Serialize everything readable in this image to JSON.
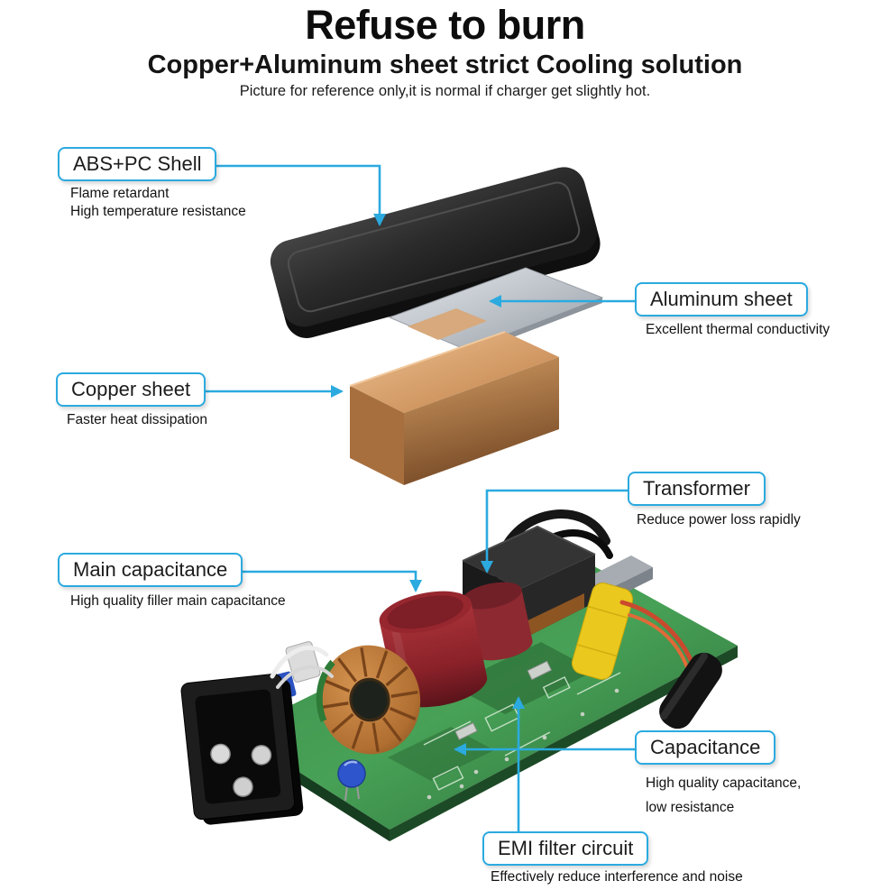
{
  "colors": {
    "accent": "#2BAADF"
  },
  "header": {
    "title": "Refuse to burn",
    "subtitle": "Copper+Aluminum sheet strict Cooling solution",
    "note": "Picture for reference only,it is normal if charger get slightly hot."
  },
  "callouts": {
    "abs_shell": {
      "label": "ABS+PC Shell",
      "desc": [
        "Flame retardant",
        "High temperature resistance"
      ]
    },
    "aluminum_sheet": {
      "label": "Aluminum sheet",
      "desc": [
        "Excellent thermal conductivity"
      ]
    },
    "copper_sheet": {
      "label": "Copper sheet",
      "desc": [
        "Faster heat dissipation"
      ]
    },
    "transformer": {
      "label": "Transformer",
      "desc": [
        "Reduce power loss rapidly"
      ]
    },
    "main_capacitance": {
      "label": "Main capacitance",
      "desc": [
        "High quality filler main capacitance"
      ]
    },
    "capacitance": {
      "label": "Capacitance",
      "desc": [
        "High quality capacitance,",
        "low resistance"
      ]
    },
    "emi_filter": {
      "label": "EMI filter circuit",
      "desc": [
        "Effectively reduce interference and noise"
      ]
    }
  }
}
